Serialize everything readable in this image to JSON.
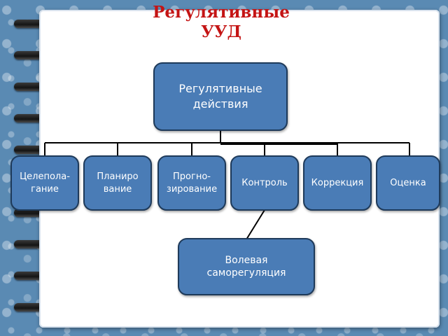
{
  "title": "Регулятивные\nУУД",
  "root": "Регулятивные\nдействия",
  "children": [
    "Целепола-\nгание",
    "Планиро\nвание",
    "Прогно-\nзирование",
    "Контроль",
    "Коррекция",
    "Оценка"
  ],
  "bottom": "Волевая\nсаморегуляция",
  "colors": {
    "title": "#c41414",
    "box": "#4a7cb6",
    "box_border": "#1e3a5a"
  }
}
